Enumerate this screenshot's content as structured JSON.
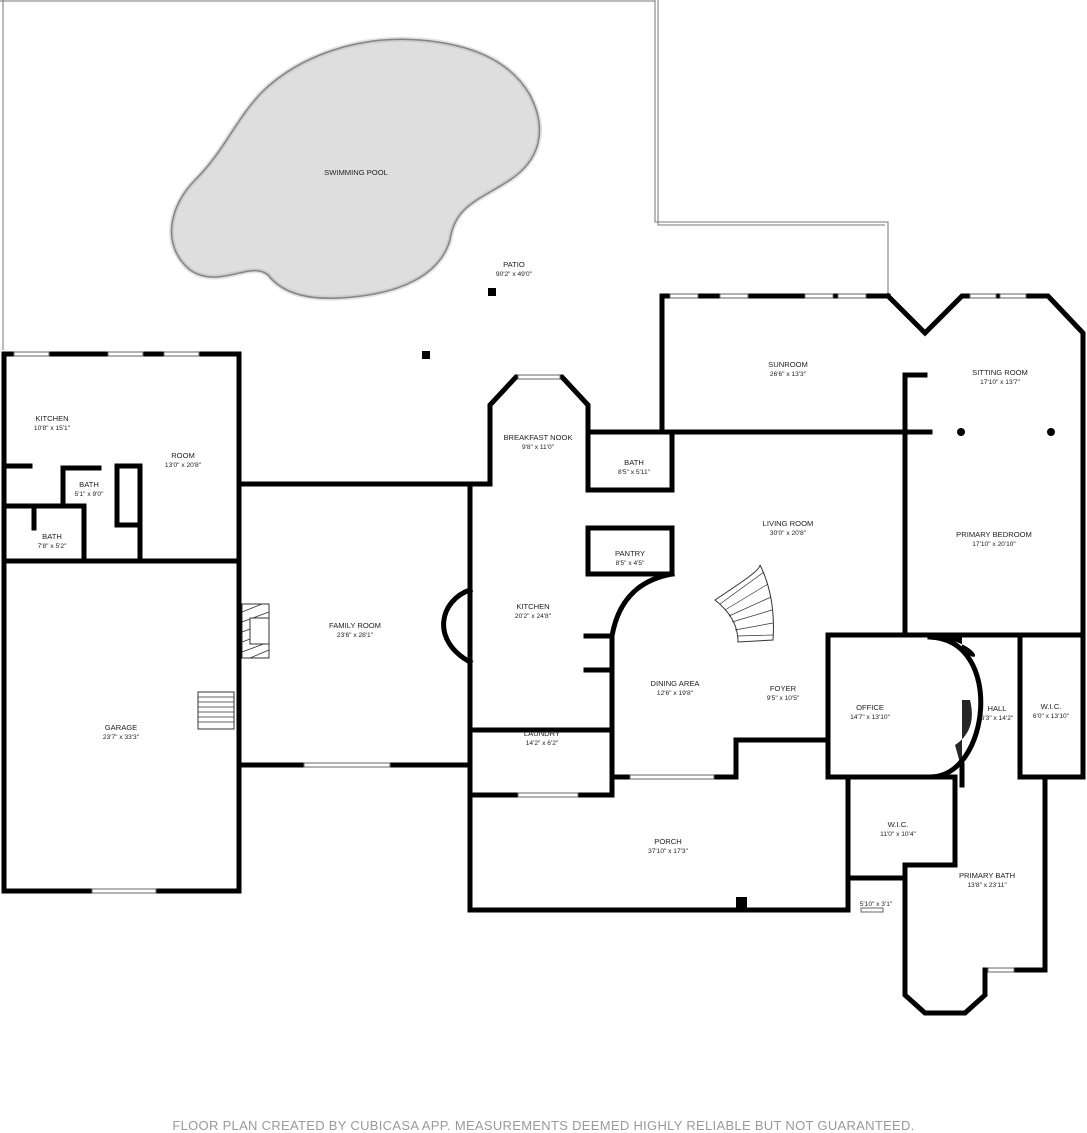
{
  "rooms": [
    {
      "id": "swimming-pool",
      "name": "SWIMMING POOL",
      "dim": ""
    },
    {
      "id": "patio",
      "name": "PATIO",
      "dim": "90'2\" x 49'0\""
    },
    {
      "id": "kitchen-guest",
      "name": "KITCHEN",
      "dim": "10'8\" x 15'1\""
    },
    {
      "id": "room",
      "name": "ROOM",
      "dim": "13'0\" x 20'8\""
    },
    {
      "id": "bath-guest-1",
      "name": "BATH",
      "dim": "5'1\" x 9'0\""
    },
    {
      "id": "bath-guest-2",
      "name": "BATH",
      "dim": "7'8\" x 5'2\""
    },
    {
      "id": "garage",
      "name": "GARAGE",
      "dim": "23'7\" x 33'3\""
    },
    {
      "id": "family-room",
      "name": "FAMILY ROOM",
      "dim": "23'6\" x 28'1\""
    },
    {
      "id": "breakfast-nook",
      "name": "BREAKFAST NOOK",
      "dim": "9'8\" x 11'0\""
    },
    {
      "id": "kitchen-main",
      "name": "KITCHEN",
      "dim": "20'2\" x 24'8\""
    },
    {
      "id": "laundry",
      "name": "LAUNDRY",
      "dim": "14'2\" x 6'2\""
    },
    {
      "id": "sunroom",
      "name": "SUNROOM",
      "dim": "26'6\" x 13'3\""
    },
    {
      "id": "bath-main",
      "name": "BATH",
      "dim": "8'5\" x 5'11\""
    },
    {
      "id": "pantry",
      "name": "PANTRY",
      "dim": "8'5\" x 4'5\""
    },
    {
      "id": "living-room",
      "name": "LIVING ROOM",
      "dim": "30'0\" x 20'8\""
    },
    {
      "id": "dining-area",
      "name": "DINING AREA",
      "dim": "12'6\" x 19'8\""
    },
    {
      "id": "foyer",
      "name": "FOYER",
      "dim": "9'5\" x 10'5\""
    },
    {
      "id": "sitting-room",
      "name": "SITTING ROOM",
      "dim": "17'10\" x 13'7\""
    },
    {
      "id": "primary-bedroom",
      "name": "PRIMARY BEDROOM",
      "dim": "17'10\" x 20'10\""
    },
    {
      "id": "office",
      "name": "OFFICE",
      "dim": "14'7\" x 13'10\""
    },
    {
      "id": "hall",
      "name": "HALL",
      "dim": "6'3\" x 14'2\""
    },
    {
      "id": "wic-1",
      "name": "W.I.C.",
      "dim": "6'0\" x 13'10\""
    },
    {
      "id": "wic-2",
      "name": "W.I.C.",
      "dim": "11'0\" x 10'4\""
    },
    {
      "id": "porch",
      "name": "PORCH",
      "dim": "37'10\" x 17'3\""
    },
    {
      "id": "primary-bath",
      "name": "PRIMARY BATH",
      "dim": "13'8\" x 23'11\""
    },
    {
      "id": "closet-small",
      "name": "",
      "dim": "5'10\" x 3'1\""
    }
  ],
  "footer": "FLOOR PLAN CREATED BY CUBICASA APP. MEASUREMENTS DEEMED HIGHLY RELIABLE BUT NOT GUARANTEED."
}
